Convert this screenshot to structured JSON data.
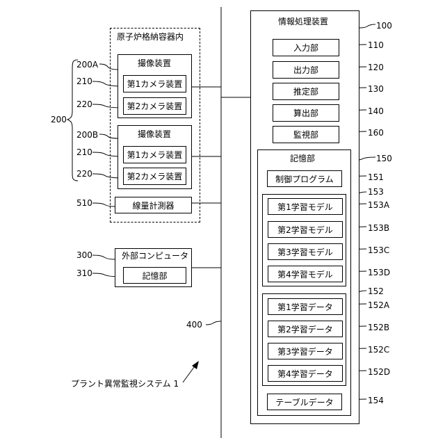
{
  "reactor": {
    "title": "原子炉格納容器内",
    "unit_a": {
      "ref": "200A",
      "title": "撮像装置",
      "cam1": {
        "ref": "210",
        "label": "第1カメラ装置"
      },
      "cam2": {
        "ref": "220",
        "label": "第2カメラ装置"
      }
    },
    "unit_b": {
      "ref": "200B",
      "title": "撮像装置",
      "cam1": {
        "ref": "210",
        "label": "第1カメラ装置"
      },
      "cam2": {
        "ref": "220",
        "label": "第2カメラ装置"
      }
    },
    "group_ref": "200",
    "dosimeter": {
      "ref": "510",
      "label": "線量計測器"
    }
  },
  "external": {
    "ref": "300",
    "title": "外部コンピュータ",
    "storage": {
      "ref": "310",
      "label": "記憶部"
    }
  },
  "network_ref": "400",
  "system_label": "プラント異常監視システム 1",
  "processor": {
    "ref": "100",
    "title": "情報処理装置",
    "input": {
      "ref": "110",
      "label": "入力部"
    },
    "output": {
      "ref": "120",
      "label": "出力部"
    },
    "estimation": {
      "ref": "130",
      "label": "推定部"
    },
    "calculation": {
      "ref": "140",
      "label": "算出部"
    },
    "monitoring": {
      "ref": "160",
      "label": "監視部"
    },
    "storage": {
      "ref": "150",
      "title": "記憶部",
      "program": {
        "ref": "151",
        "label": "制御プログラム"
      },
      "models": {
        "ref": "153",
        "items": [
          {
            "ref": "153A",
            "label": "第1学習モデル"
          },
          {
            "ref": "153B",
            "label": "第2学習モデル"
          },
          {
            "ref": "153C",
            "label": "第3学習モデル"
          },
          {
            "ref": "153D",
            "label": "第4学習モデル"
          }
        ]
      },
      "data": {
        "ref": "152",
        "items": [
          {
            "ref": "152A",
            "label": "第1学習データ"
          },
          {
            "ref": "152B",
            "label": "第2学習データ"
          },
          {
            "ref": "152C",
            "label": "第3学習データ"
          },
          {
            "ref": "152D",
            "label": "第4学習データ"
          }
        ]
      },
      "table": {
        "ref": "154",
        "label": "テーブルデータ"
      }
    }
  }
}
